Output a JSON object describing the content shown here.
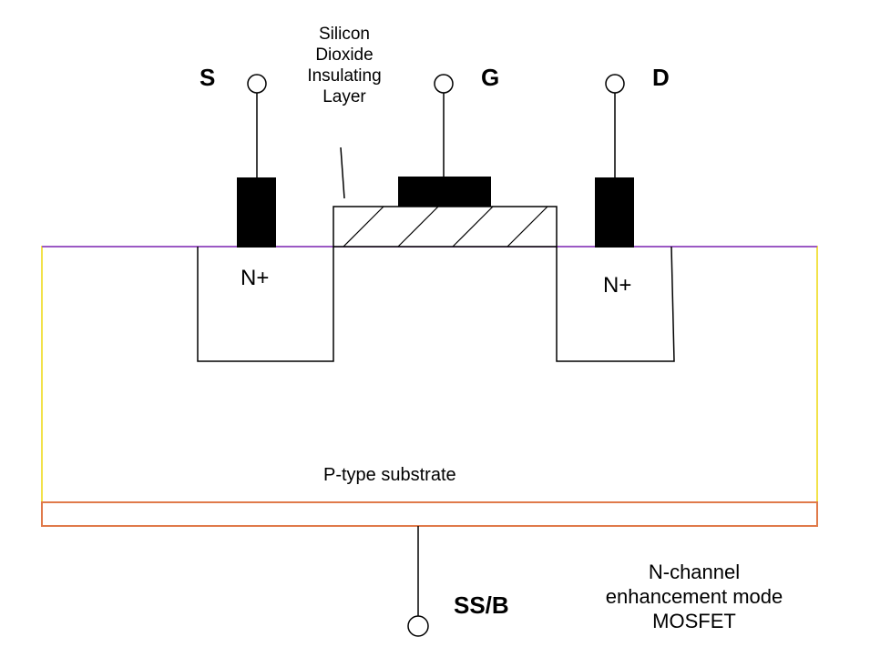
{
  "terminals": {
    "source": "S",
    "gate": "G",
    "drain": "D",
    "body": "SS/B"
  },
  "regions": {
    "source_doping": "N+",
    "drain_doping": "N+",
    "substrate": "P-type substrate"
  },
  "oxide_note": [
    "Silicon",
    "Dioxide",
    "Insulating",
    "Layer"
  ],
  "caption": [
    "N-channel",
    "enhancement mode",
    "MOSFET"
  ],
  "colors": {
    "surface_line": "#9b59c4",
    "substrate_border": "#f2e24a",
    "base_plate": "#e07a4a",
    "metal": "#000000",
    "outline": "#000000"
  }
}
